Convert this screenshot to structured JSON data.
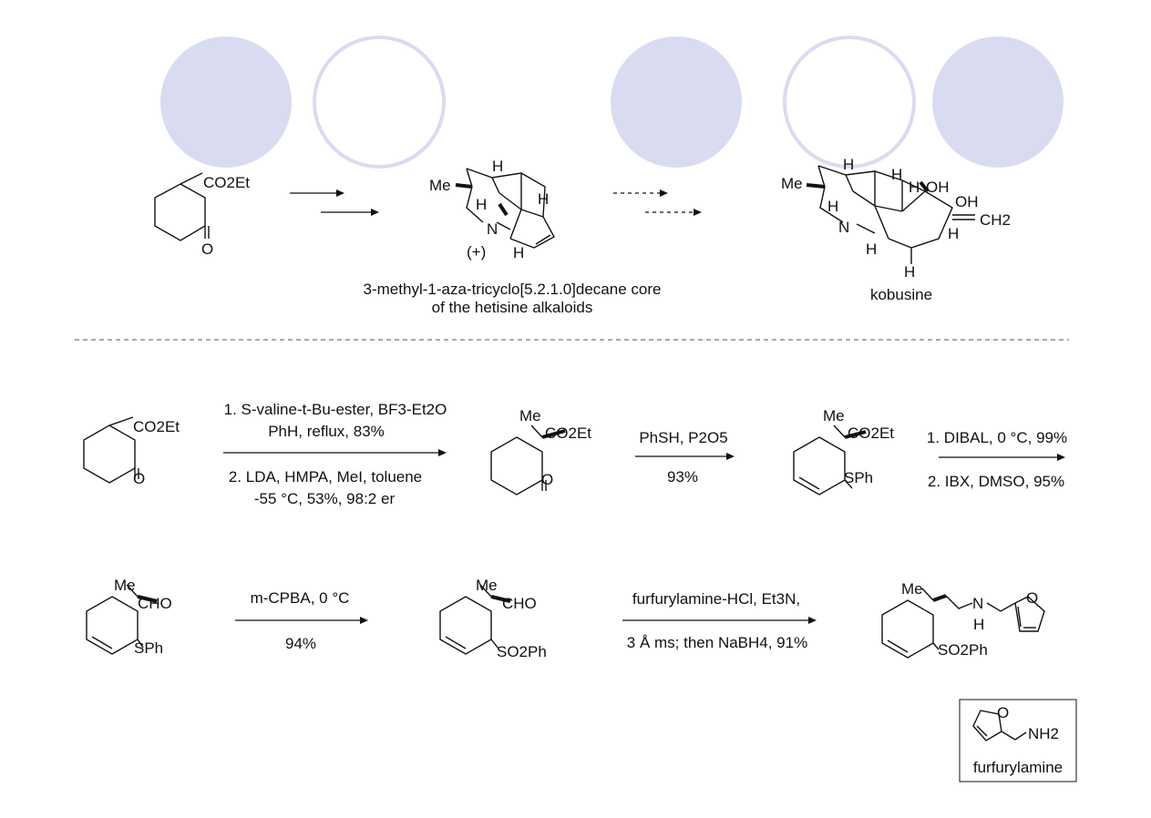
{
  "decor": {
    "circle_fill": "#d9dcf0",
    "circle_stroke": "#d9dcf0",
    "circles": [
      "filled",
      "outline",
      "filled",
      "outline",
      "filled"
    ]
  },
  "top": {
    "start": {
      "group": "CO2Et",
      "oxo": "O"
    },
    "core": {
      "me": "Me",
      "h_top": "H",
      "h_right": "H",
      "h_left": "H",
      "h_bottom": "H",
      "n": "N",
      "sign": "(+)",
      "caption_line1": "3-methyl-1-aza-tricyclo[5.2.1.0]decane core",
      "caption_line2": "of the hetisine alkaloids"
    },
    "kobusine": {
      "me": "Me",
      "h1": "H",
      "h2": "H",
      "h3": "H",
      "h4": "H",
      "h5": "H",
      "h6": "H",
      "oh1": "OH",
      "oh2": "OH",
      "ch2": "CH2",
      "n": "N",
      "name": "kobusine"
    }
  },
  "scheme": {
    "c1": {
      "group": "CO2Et",
      "oxo": "O"
    },
    "a1": {
      "above1": "1. S-valine-t-Bu-ester, BF3-Et2O",
      "above2": "PhH, reflux, 83%",
      "below1": "2. LDA, HMPA, MeI, toluene",
      "below2": "-55 °C, 53%, 98:2 er"
    },
    "c2": {
      "me": "Me",
      "group": "CO2Et",
      "oxo": "O"
    },
    "a2": {
      "above": "PhSH, P2O5",
      "below": "93%"
    },
    "c3": {
      "me": "Me",
      "group": "CO2Et",
      "sub": "SPh"
    },
    "a3": {
      "above": "1. DIBAL, 0 °C, 99%",
      "below": "2. IBX, DMSO, 95%"
    },
    "c4": {
      "me": "Me",
      "group": "CHO",
      "sub": "SPh"
    },
    "a4": {
      "above": "m-CPBA, 0 °C",
      "below": "94%"
    },
    "c5": {
      "me": "Me",
      "group": "CHO",
      "sub": "SO2Ph"
    },
    "a5": {
      "above": "furfurylamine-HCl, Et3N,",
      "below": "3 Å ms; then NaBH4, 91%"
    },
    "c6": {
      "me": "Me",
      "n": "N",
      "h": "H",
      "o": "O",
      "sub": "SO2Ph"
    }
  },
  "inset": {
    "o": "O",
    "nh2": "NH2",
    "name": "furfurylamine"
  }
}
